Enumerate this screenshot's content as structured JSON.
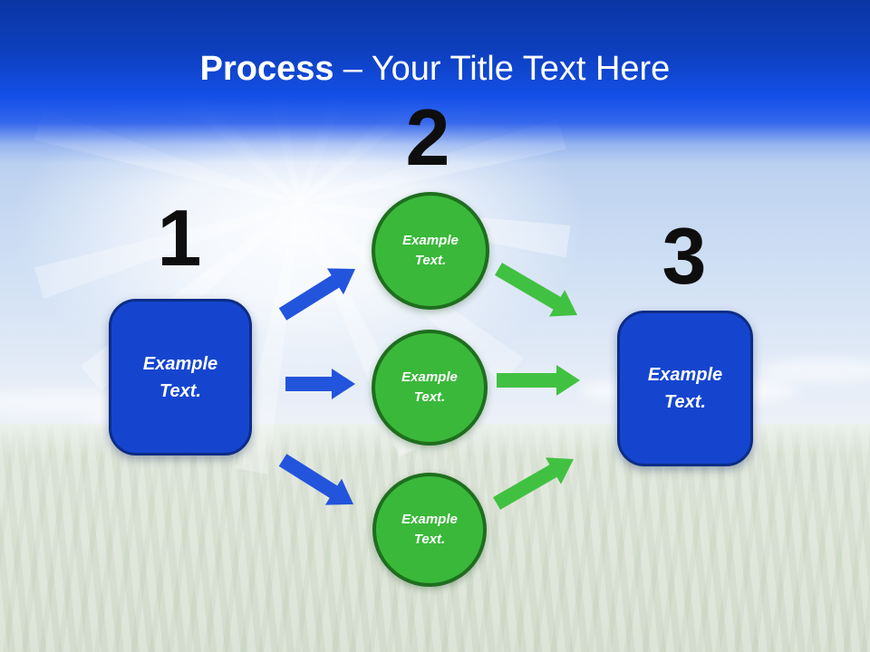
{
  "title": {
    "emphasis": "Process",
    "rest": "– Your Title Text Here"
  },
  "numbers": [
    "1",
    "2",
    "3"
  ],
  "left_box": {
    "label": "Example Text."
  },
  "right_box": {
    "label": "Example Text."
  },
  "circles": [
    {
      "label": "Example Text."
    },
    {
      "label": "Example Text."
    },
    {
      "label": "Example Text."
    }
  ],
  "colors": {
    "band_blue_dark": "#0a36a4",
    "band_blue": "#1450e8",
    "title_color": "#ffffff",
    "number_color": "#0e0e0e",
    "box_blue": "#1545cf",
    "box_blue_border": "#0c2c85",
    "circle_green": "#3ab83a",
    "circle_green_border": "#1e6e1e",
    "arrow_blue": "#2354dc",
    "arrow_green": "#41c141"
  }
}
